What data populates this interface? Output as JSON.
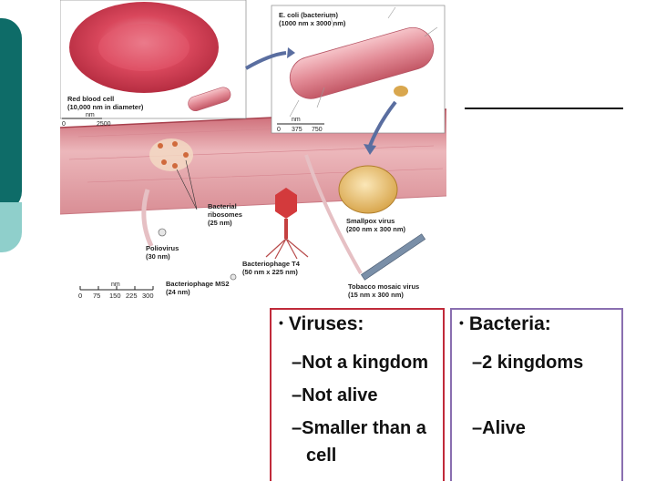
{
  "figure": {
    "ecoli_label_line1": "E. coli (bacterium)",
    "ecoli_label_line2": "(1000 nm x 3000 nm)",
    "rbc_label_line1": "Red blood cell",
    "rbc_label_line2": "(10,000 nm in diameter)",
    "rbc_scale_unit": "nm",
    "rbc_scale_ticks": [
      "0",
      "2500"
    ],
    "ecoli_scale_unit": "nm",
    "ecoli_scale_ticks": [
      "0",
      "375",
      "750"
    ],
    "ribosome_label_line1": "Bacterial",
    "ribosome_label_line2": "ribosomes",
    "ribosome_label_line3": "(25 nm)",
    "smallpox_label_line1": "Smallpox virus",
    "smallpox_label_line2": "(200 nm x 300 nm)",
    "polio_label_line1": "Poliovirus",
    "polio_label_line2": "(30 nm)",
    "t4_label_line1": "Bacteriophage T4",
    "t4_label_line2": "(50 nm x 225 nm)",
    "ms2_label_line1": "Bacteriophage MS2",
    "ms2_label_line2": "(24 nm)",
    "tmv_label_line1": "Tobacco mosaic virus",
    "tmv_label_line2": "(15 nm x 300 nm)",
    "bottom_scale_unit": "nm",
    "bottom_scale_ticks": [
      "0",
      "75",
      "150",
      "225",
      "300"
    ]
  },
  "viruses": {
    "title": "Viruses:",
    "items": [
      "–Not a kingdom",
      "–Not alive",
      "–Smaller than a",
      "cell"
    ]
  },
  "bacteria": {
    "title": "Bacteria:",
    "items": [
      "–2 kingdoms",
      "–Alive"
    ]
  },
  "colors": {
    "teal_dark": "#0e6c68",
    "teal_light": "#8fcfcb",
    "virus_border": "#c02a3a",
    "bacteria_border": "#8a6fb0"
  }
}
